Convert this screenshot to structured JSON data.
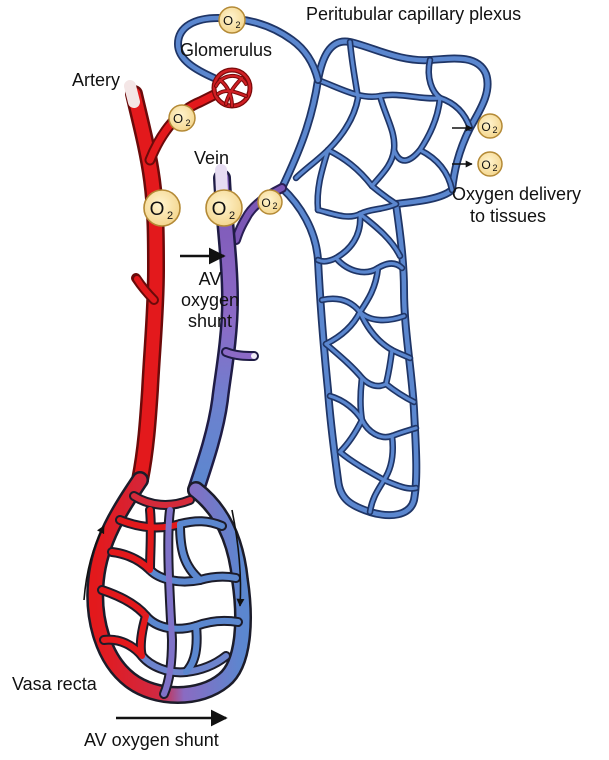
{
  "labels": {
    "artery": "Artery",
    "vein": "Vein",
    "glomerulus": "Glomerulus",
    "peritubular": "Peritubular capillary plexus",
    "oxygen_delivery_1": "Oxygen delivery",
    "oxygen_delivery_2": "to tissues",
    "av_shunt_upper_1": "AV",
    "av_shunt_upper_2": "oxygen",
    "av_shunt_upper_3": "shunt",
    "vasa_recta": "Vasa recta",
    "av_shunt_bottom": "AV oxygen shunt"
  },
  "o2": {
    "main": "O",
    "sub": "2"
  },
  "colors": {
    "artery_red": "#e3191c",
    "artery_dark": "#7a0a0a",
    "vein_blue": "#5b87cf",
    "vein_dark": "#1f3566",
    "vein_purple": "#8a63c2",
    "o2_fill": "#f7dc98",
    "o2_stroke": "#b48a36",
    "glomerulus": "#d01f24",
    "arrow": "#111111"
  }
}
